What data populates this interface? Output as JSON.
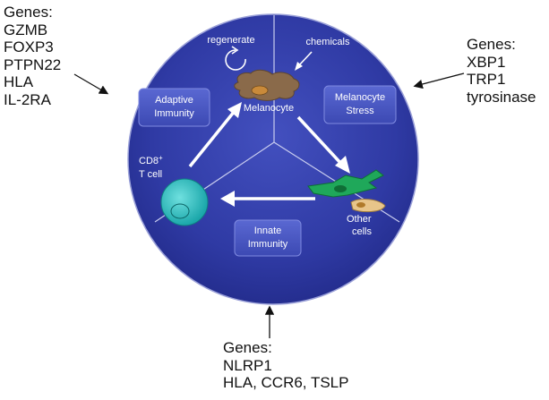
{
  "genes_left": {
    "heading": "Genes:",
    "items": [
      "GZMB",
      "FOXP3",
      "PTPN22",
      "HLA",
      "IL-2RA"
    ]
  },
  "genes_right": {
    "heading": "Genes:",
    "items": [
      "XBP1",
      "TRP1",
      "tyrosinase"
    ]
  },
  "genes_bottom": {
    "heading": "Genes:",
    "items": [
      "NLRP1",
      "HLA, CCR6, TSLP"
    ]
  },
  "circle": {
    "labels": {
      "regenerate": "regenerate",
      "chemicals": "chemicals",
      "melanocyte": "Melanocyte",
      "cd8_main": "CD8",
      "cd8_sup": "+",
      "t_cell": "T cell",
      "other": "Other",
      "cells": "cells"
    },
    "boxes": {
      "adaptive_1": "Adaptive",
      "adaptive_2": "Immunity",
      "stress_1": "Melanocyte",
      "stress_2": "Stress",
      "innate_1": "Innate",
      "innate_2": "Immunity"
    }
  },
  "colors": {
    "circle_fill": "#2f3aa4",
    "circle_edge": "#1f2780",
    "box_fill": "#4a58c4",
    "melanocyte": "#8a6a4a",
    "t_cell": "#2ec4c4",
    "other_cell_green": "#1fa85a",
    "other_cell_tan": "#e8c58a"
  }
}
